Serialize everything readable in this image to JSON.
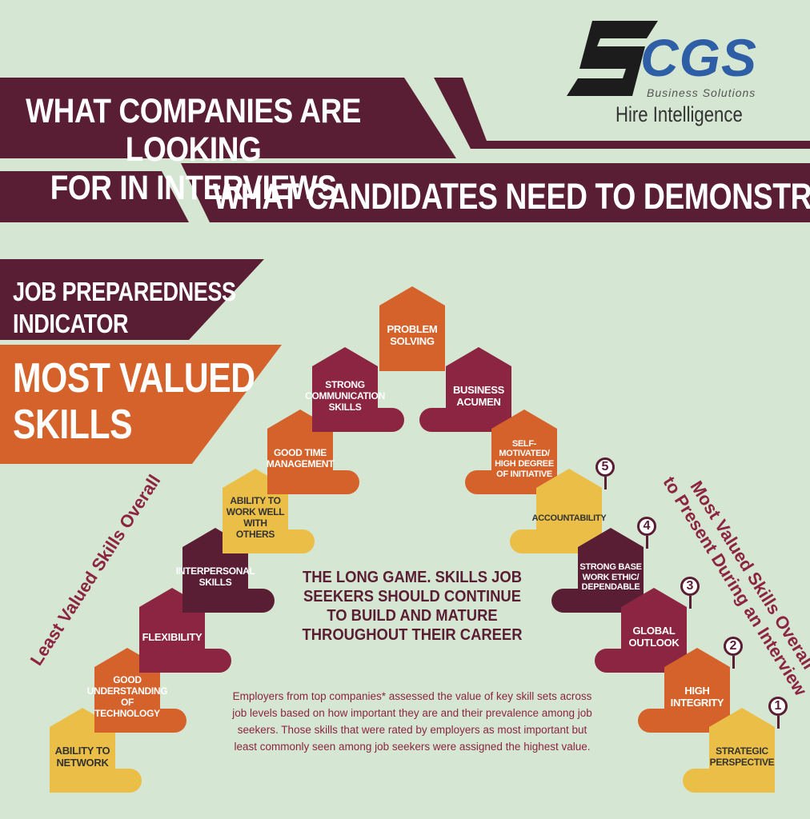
{
  "brand": {
    "logo_text": "CGS",
    "logo_sub": "Business Solutions",
    "tagline": "Hire Intelligence"
  },
  "header": {
    "line1": "WHAT COMPANIES ARE LOOKING",
    "line2": "FOR IN INTERVIEWS",
    "line3": "WHAT CANDIDATES NEED TO DEMONSTRATE"
  },
  "indicator": {
    "line1": "JOB PREPAREDNESS",
    "line2": "INDICATOR",
    "most1": "MOST VALUED",
    "most2": "SKILLS"
  },
  "colors": {
    "maroon": "#5a1e34",
    "crimson": "#8b2541",
    "orange": "#d5622a",
    "yellow": "#ebbf47",
    "background": "#d5e6d3"
  },
  "left_side_label": "Least Valued Skills Overall",
  "right_side_label": {
    "line1": "Most Valued Skills Overall",
    "line2": "to Present During an Interview"
  },
  "center": {
    "long_game": "THE LONG GAME. SKILLS JOB SEEKERS SHOULD CONTINUE TO BUILD AND MATURE THROUGHOUT THEIR CAREER",
    "description": "Employers from top companies* assessed the value of key skill sets across job levels based on how important they are and their prevalence among job seekers. Those skills that were rated by employers as most  important but least commonly seen among job seekers were assigned the highest value."
  },
  "skills": [
    {
      "label": "ABILITY TO NETWORK",
      "color": "yellow",
      "rank": ""
    },
    {
      "label": "GOOD UNDERSTANDING OF TECHNOLOGY",
      "color": "orange",
      "rank": ""
    },
    {
      "label": "FLEXIBILITY",
      "color": "crimson",
      "rank": ""
    },
    {
      "label": "INTERPERSONAL SKILLS",
      "color": "maroon",
      "rank": ""
    },
    {
      "label": "ABILITY TO WORK WELL WITH OTHERS",
      "color": "yellow",
      "rank": ""
    },
    {
      "label": "GOOD TIME MANAGEMENT",
      "color": "orange",
      "rank": ""
    },
    {
      "label": "STRONG COMMUNICATION SKILLS",
      "color": "crimson",
      "rank": ""
    },
    {
      "label": "PROBLEM SOLVING",
      "color": "orange",
      "rank": ""
    },
    {
      "label": "BUSINESS ACUMEN",
      "color": "crimson",
      "rank": ""
    },
    {
      "label": "SELF-MOTIVATED/ HIGH DEGREE OF INITIATIVE",
      "color": "orange",
      "rank": ""
    },
    {
      "label": "ACCOUNTABILITY",
      "color": "yellow",
      "rank": "5"
    },
    {
      "label": "STRONG BASE WORK ETHIC/ DEPENDABLE",
      "color": "maroon",
      "rank": "4"
    },
    {
      "label": "GLOBAL OUTLOOK",
      "color": "crimson",
      "rank": "3"
    },
    {
      "label": "HIGH INTEGRITY",
      "color": "orange",
      "rank": "2"
    },
    {
      "label": "STRATEGIC PERSPECTIVE",
      "color": "yellow",
      "rank": "1"
    }
  ]
}
